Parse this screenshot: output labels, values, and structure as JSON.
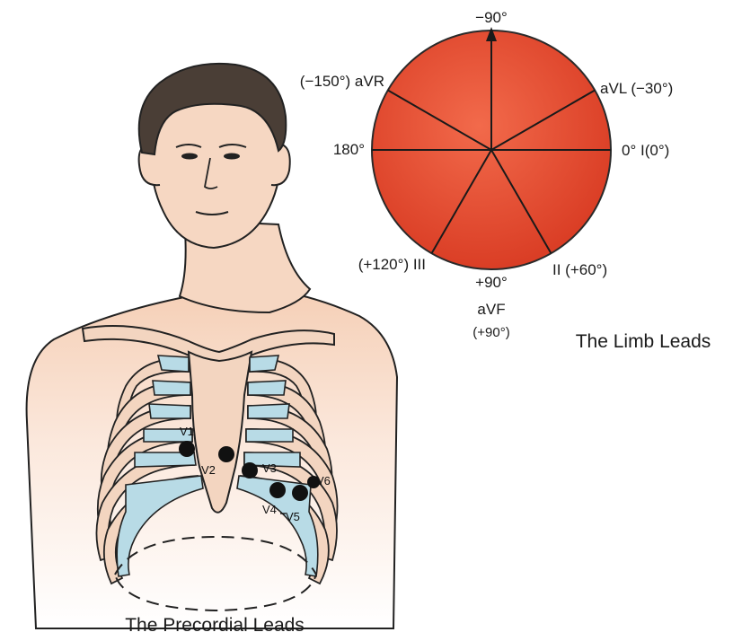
{
  "captions": {
    "precordial": "The Precordial Leads",
    "limb": "The Limb Leads"
  },
  "limb_labels": {
    "top": "−90°",
    "avr": "(−150°) aVR",
    "avl": "aVL (−30°)",
    "left_180": "180°",
    "right_0": "0° I(0°)",
    "iii": "(+120°) III",
    "ii": "II (+60°)",
    "bottom_90": "+90°",
    "avf": "aVF",
    "avf_deg": "(+90°)"
  },
  "precordial_labels": {
    "v1": "V1",
    "v2": "V2",
    "v3": "V3",
    "v4": "V4",
    "v5": "V5",
    "v6": "V6"
  },
  "colors": {
    "skin": "#f6d7c2",
    "skin_dark": "#e9b79a",
    "hair": "#4a3e36",
    "rib_fill": "#f3d5c0",
    "cartilage": "#b8dbe6",
    "circle_fill": "#e8492f",
    "circle_stroke": "#2a2a2a",
    "electrode": "#111111"
  }
}
